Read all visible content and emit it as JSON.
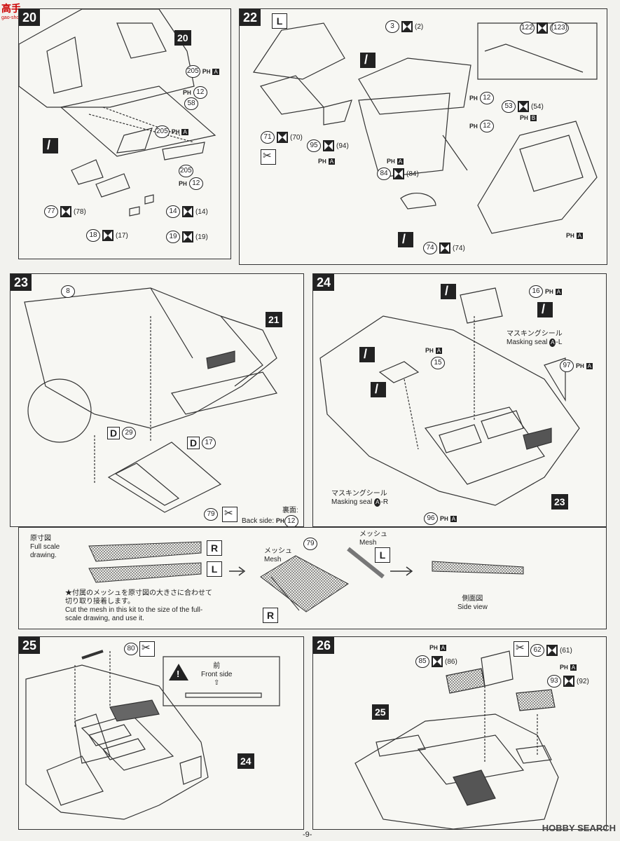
{
  "watermark": {
    "logo": "高手",
    "url": "gao-shou.com"
  },
  "steps": {
    "s20": {
      "num": "20",
      "labels": {
        "p205a": "205",
        "ph12a": "12",
        "p58": "58",
        "p205b": "205",
        "p205c": "205",
        "ph12b": "12",
        "p77": "77",
        "p78": "(78)",
        "p14": "14",
        "p14b": "(14)",
        "p18": "18",
        "p17": "(17)",
        "p19": "19",
        "p19b": "(19)"
      }
    },
    "s22": {
      "num": "22",
      "side": "L",
      "labels": {
        "p3": "3",
        "p2": "(2)",
        "p122": "122",
        "p123": "(123)",
        "ph12a": "12",
        "p53": "53",
        "p54": "(54)",
        "ph12b": "12",
        "p71": "71",
        "p70": "(70)",
        "p95": "95",
        "p94": "(94)",
        "p84": "84",
        "p84b": "(84)",
        "p74": "74",
        "p74b": "(74)"
      }
    },
    "s23": {
      "num": "23",
      "ref": "21",
      "labels": {
        "p8": "8",
        "d29": "29",
        "d17": "17",
        "p79": "79",
        "back_jp": "裏面:",
        "back_en": "Back side:",
        "ph12": "12"
      }
    },
    "s24": {
      "num": "24",
      "ref": "23",
      "labels": {
        "p16": "16",
        "mask_jp1": "マスキングシール",
        "mask_en1": "Masking seal",
        "mask_code1": "-L",
        "p15": "15",
        "p97": "97",
        "mask_jp2": "マスキングシール",
        "mask_en2": "Masking seal",
        "mask_code2": "-R",
        "p96": "96"
      }
    },
    "mesh": {
      "full_jp": "原寸図",
      "full_en1": "Full scale",
      "full_en2": "drawing.",
      "r": "R",
      "l": "L",
      "mesh_jp1": "メッシュ",
      "mesh_en1": "Mesh",
      "mesh_jp2": "メッシュ",
      "mesh_en2": "Mesh",
      "p79": "79",
      "note_jp1": "★付属のメッシュを原寸図の大きさに合わせて",
      "note_jp2": "切り取り接着します。",
      "note_en1": "Cut the mesh in this kit to the size of the full-",
      "note_en2": "scale drawing, and use it.",
      "side_jp": "側面図",
      "side_en": "Side view"
    },
    "s25": {
      "num": "25",
      "ref": "24",
      "labels": {
        "p80": "80",
        "front_jp": "前",
        "front_en": "Front side",
        "arrow": "⇧"
      }
    },
    "s26": {
      "num": "26",
      "ref": "25",
      "labels": {
        "p85": "85",
        "p86": "(86)",
        "p62": "62",
        "p61": "(61)",
        "p93": "93",
        "p92": "(92)"
      }
    }
  },
  "page_number": "-9-",
  "brand": "HOBBY SEARCH"
}
